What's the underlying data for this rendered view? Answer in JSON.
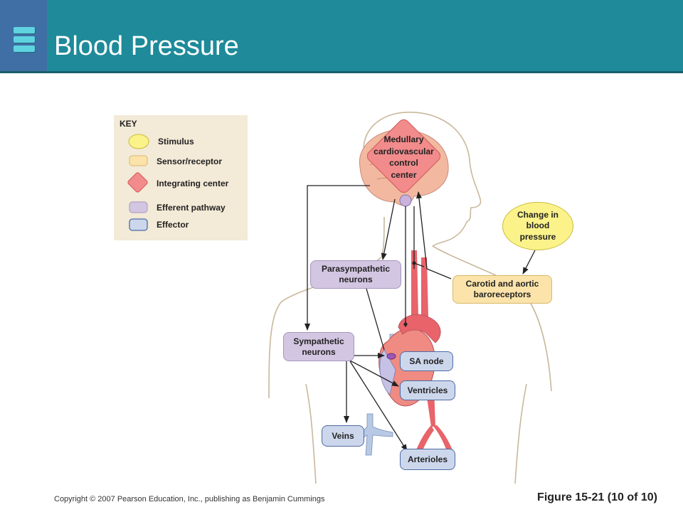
{
  "slide": {
    "title": "Blood Pressure",
    "copyright": "Copyright © 2007 Pearson Education, Inc., publishing as Benjamin Cummings",
    "figure_label": "Figure 15-21 (10 of 10)"
  },
  "key": {
    "heading": "KEY",
    "items": [
      {
        "label": "Stimulus",
        "shape": "oval",
        "color": "#fbf38a"
      },
      {
        "label": "Sensor/receptor",
        "shape": "rounded-rect",
        "color": "#fbe3aa"
      },
      {
        "label": "Integrating center",
        "shape": "diamond",
        "color": "#f28b8b"
      },
      {
        "label": "Efferent pathway",
        "shape": "rounded-rect",
        "color": "#d3c6e2"
      },
      {
        "label": "Effector",
        "shape": "rounded-rect",
        "color": "#cdd7ec"
      }
    ]
  },
  "diagram": {
    "integrating_center": {
      "lines": [
        "Medullary",
        "cardiovascular",
        "control",
        "center"
      ]
    },
    "stimulus": {
      "lines": [
        "Change in",
        "blood",
        "pressure"
      ]
    },
    "receptor": {
      "lines": [
        "Carotid and aortic",
        "baroreceptors"
      ]
    },
    "parasympathetic": {
      "lines": [
        "Parasympathetic",
        "neurons"
      ]
    },
    "sympathetic": {
      "lines": [
        "Sympathetic",
        "neurons"
      ]
    },
    "effectors": {
      "sa_node": "SA node",
      "ventricles": "Ventricles",
      "veins": "Veins",
      "arterioles": "Arterioles"
    }
  },
  "colors": {
    "header": "#1e8a9a",
    "header_left": "#3f6fa5",
    "key_background": "#f3ead7",
    "artery": "#e8636a",
    "vein": "#b8c9e6",
    "brain": "#f2b8a0"
  }
}
